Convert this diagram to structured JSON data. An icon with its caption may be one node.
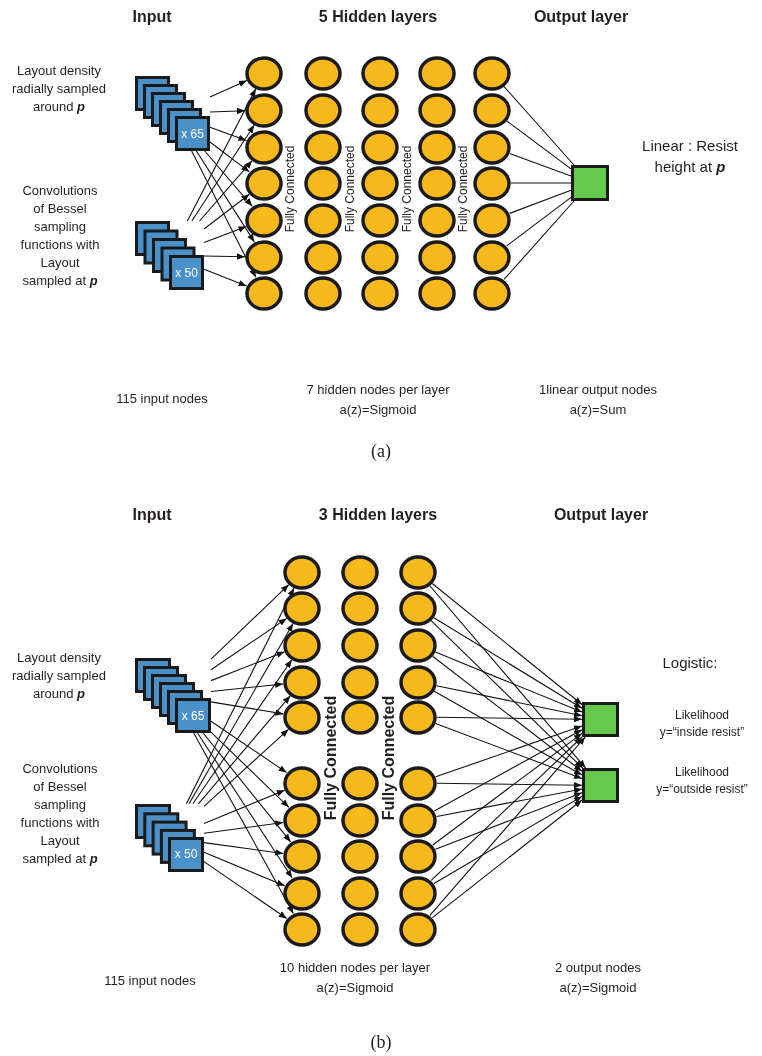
{
  "diagram": {
    "nodes": [
      {
        "text": [
          "x 65"
        ],
        "beside": [
          "Layout density radially sampled around **p**"
        ]
      },
      {
        "text": [
          "x 50"
        ],
        "beside": [
          "Convolutions of Bessel sampling functions with Layout sampled at **p**"
        ]
      },
      {
        "text": [],
        "shape": "circle"
      },
      {
        "text": [],
        "shape": "circle"
      },
      {
        "text": [],
        "shape": "circle"
      },
      {
        "text": [],
        "shape": "circle"
      },
      {
        "text": [],
        "shape": "circle"
      },
      {
        "text": [],
        "shape": "circle"
      },
      {
        "text": [],
        "shape": "circle"
      },
      {
        "text": [],
        "shape": "circle"
      },
      {
        "text": [],
        "shape": "circle"
      },
      {
        "text": [],
        "shape": "circle"
      },
      {
        "text": [],
        "shape": "circle"
      },
      {
        "text": [],
        "shape": "circle"
      },
      {
        "text": [],
        "shape": "circle"
      },
      {
        "text": [],
        "shape": "circle"
      },
      {
        "text": [],
        "shape": "circle"
      },
      {
        "text": [],
        "shape": "circle"
      },
      {
        "text": [],
        "shape": "circle"
      },
      {
        "text": [],
        "shape": "circle"
      },
      {
        "text": [],
        "shape": "circle"
      },
      {
        "text": [],
        "shape": "circle"
      },
      {
        "text": [],
        "shape": "circle"
      },
      {
        "text": [],
        "shape": "circle"
      },
      {
        "text": [],
        "shape": "circle"
      },
      {
        "text": [],
        "shape": "circle"
      },
      {
        "text": [],
        "shape": "circle"
      },
      {
        "text": [],
        "shape": "circle"
      },
      {
        "text": [],
        "shape": "circle"
      },
      {
        "text": [],
        "shape": "circle"
      },
      {
        "text": [],
        "shape": "circle"
      },
      {
        "text": [],
        "shape": "circle"
      },
      {
        "text": [],
        "shape": "circle"
      },
      {
        "text": [],
        "shape": "circle"
      },
      {
        "text": [],
        "shape": "circle"
      },
      {
        "text": [],
        "shape": "circle"
      },
      {
        "text": [],
        "shape": "circle"
      },
      {
        "text": [],
        "shape": "box",
        "beside": [
          "Linear : Resist height at **p**"
        ]
      },
      {
        "text": [
          "x 65"
        ],
        "beside": [
          "Layout density radially sampled around **p**"
        ]
      },
      {
        "text": [
          "x 50"
        ],
        "beside": [
          "Convolutions of Bessel sampling functions with Layout sampled at **p**"
        ]
      },
      {
        "text": [],
        "shape": "circle"
      },
      {
        "text": [],
        "shape": "circle"
      },
      {
        "text": [],
        "shape": "circle"
      },
      {
        "text": [],
        "shape": "circle"
      },
      {
        "text": [],
        "shape": "circle"
      },
      {
        "text": [],
        "shape": "circle"
      },
      {
        "text": [],
        "shape": "circle"
      },
      {
        "text": [],
        "shape": "circle"
      },
      {
        "text": [],
        "shape": "circle"
      },
      {
        "text": [],
        "shape": "circle"
      },
      {
        "text": [],
        "shape": "circle"
      },
      {
        "text": [],
        "shape": "circle"
      },
      {
        "text": [],
        "shape": "circle"
      },
      {
        "text": [],
        "shape": "circle"
      },
      {
        "text": [],
        "shape": "circle"
      },
      {
        "text": [],
        "shape": "circle"
      },
      {
        "text": [],
        "shape": "circle"
      },
      {
        "text": [],
        "shape": "circle"
      },
      {
        "text": [],
        "shape": "circle"
      },
      {
        "text": [],
        "shape": "circle"
      },
      {
        "text": [],
        "shape": "circle"
      },
      {
        "text": [],
        "shape": "circle"
      },
      {
        "text": [],
        "shape": "circle"
      },
      {
        "text": [],
        "shape": "circle"
      },
      {
        "text": [],
        "shape": "circle"
      },
      {
        "text": [],
        "shape": "circle"
      },
      {
        "text": [],
        "shape": "circle"
      },
      {
        "text": [],
        "shape": "circle"
      },
      {
        "text": [],
        "shape": "circle"
      },
      {
        "text": [],
        "shape": "circle"
      },
      {
        "text": [],
        "shape": "box",
        "beside": [
          "Likelihood y=“inside resist”"
        ]
      },
      {
        "text": [],
        "shape": "box",
        "beside": [
          "Likelihood y=“outside resist”"
        ]
      }
    ],
    "edges": [
      {
        "from": 0,
        "to": 2,
        "arrow": "to"
      },
      {
        "from": 0,
        "to": 3,
        "arrow": "to"
      },
      {
        "from": 0,
        "to": 4,
        "arrow": "to"
      },
      {
        "from": 0,
        "to": 5,
        "arrow": "to"
      },
      {
        "from": 0,
        "to": 6,
        "arrow": "to"
      },
      {
        "from": 0,
        "to": 7,
        "arrow": "to"
      },
      {
        "from": 0,
        "to": 8,
        "arrow": "to"
      },
      {
        "from": 1,
        "to": 2,
        "arrow": "to"
      },
      {
        "from": 1,
        "to": 3,
        "arrow": "to"
      },
      {
        "from": 1,
        "to": 4,
        "arrow": "to"
      },
      {
        "from": 1,
        "to": 5,
        "arrow": "to"
      },
      {
        "from": 1,
        "to": 6,
        "arrow": "to"
      },
      {
        "from": 1,
        "to": 7,
        "arrow": "to"
      },
      {
        "from": 1,
        "to": 8,
        "arrow": "to"
      },
      {
        "from": 30,
        "to": 37,
        "arrow": "none"
      },
      {
        "from": 31,
        "to": 37,
        "arrow": "none"
      },
      {
        "from": 32,
        "to": 37,
        "arrow": "none"
      },
      {
        "from": 33,
        "to": 37,
        "arrow": "none"
      },
      {
        "from": 34,
        "to": 37,
        "arrow": "none"
      },
      {
        "from": 35,
        "to": 37,
        "arrow": "none"
      },
      {
        "from": 36,
        "to": 37,
        "arrow": "none"
      },
      {
        "from": 38,
        "to": 40,
        "arrow": "to"
      },
      {
        "from": 38,
        "to": 41,
        "arrow": "to"
      },
      {
        "from": 38,
        "to": 42,
        "arrow": "to"
      },
      {
        "from": 38,
        "to": 43,
        "arrow": "to"
      },
      {
        "from": 38,
        "to": 44,
        "arrow": "to"
      },
      {
        "from": 38,
        "to": 45,
        "arrow": "to"
      },
      {
        "from": 38,
        "to": 46,
        "arrow": "to"
      },
      {
        "from": 38,
        "to": 47,
        "arrow": "to"
      },
      {
        "from": 38,
        "to": 48,
        "arrow": "to"
      },
      {
        "from": 38,
        "to": 49,
        "arrow": "to"
      },
      {
        "from": 39,
        "to": 40,
        "arrow": "to"
      },
      {
        "from": 39,
        "to": 41,
        "arrow": "to"
      },
      {
        "from": 39,
        "to": 42,
        "arrow": "to"
      },
      {
        "from": 39,
        "to": 43,
        "arrow": "to"
      },
      {
        "from": 39,
        "to": 44,
        "arrow": "to"
      },
      {
        "from": 39,
        "to": 45,
        "arrow": "to"
      },
      {
        "from": 39,
        "to": 46,
        "arrow": "to"
      },
      {
        "from": 39,
        "to": 47,
        "arrow": "to"
      },
      {
        "from": 39,
        "to": 48,
        "arrow": "to"
      },
      {
        "from": 39,
        "to": 49,
        "arrow": "to"
      },
      {
        "from": 60,
        "to": 70,
        "arrow": "to"
      },
      {
        "from": 61,
        "to": 70,
        "arrow": "to"
      },
      {
        "from": 62,
        "to": 70,
        "arrow": "to"
      },
      {
        "from": 63,
        "to": 70,
        "arrow": "to"
      },
      {
        "from": 64,
        "to": 70,
        "arrow": "to"
      },
      {
        "from": 65,
        "to": 70,
        "arrow": "to"
      },
      {
        "from": 66,
        "to": 70,
        "arrow": "to"
      },
      {
        "from": 67,
        "to": 70,
        "arrow": "to"
      },
      {
        "from": 68,
        "to": 70,
        "arrow": "to"
      },
      {
        "from": 69,
        "to": 70,
        "arrow": "to"
      },
      {
        "from": 60,
        "to": 71,
        "arrow": "to"
      },
      {
        "from": 61,
        "to": 71,
        "arrow": "to"
      },
      {
        "from": 62,
        "to": 71,
        "arrow": "to"
      },
      {
        "from": 63,
        "to": 71,
        "arrow": "to"
      },
      {
        "from": 64,
        "to": 71,
        "arrow": "to"
      },
      {
        "from": 65,
        "to": 71,
        "arrow": "to"
      },
      {
        "from": 66,
        "to": 71,
        "arrow": "to"
      },
      {
        "from": 67,
        "to": 71,
        "arrow": "to"
      },
      {
        "from": 68,
        "to": 71,
        "arrow": "to"
      },
      {
        "from": 69,
        "to": 71,
        "arrow": "to"
      }
    ],
    "labels": [
      "Input",
      "5 Hidden layers",
      "Output layer",
      "Fully Connected",
      "Fully Connected",
      "Fully Connected",
      "Fully Connected",
      "115 input nodes",
      "7 hidden nodes per layer a(z)=Sigmoid",
      "1linear output nodes a(z)=Sum",
      "(a)",
      "Input",
      "3 Hidden layers",
      "Output layer",
      "Logistic:",
      "Fully Connected",
      "Fully Connected",
      "115 input nodes",
      "10 hidden nodes per layer a(z)=Sigmoid",
      "2 output nodes a(z)=Sigmoid",
      "(b)"
    ]
  }
}
